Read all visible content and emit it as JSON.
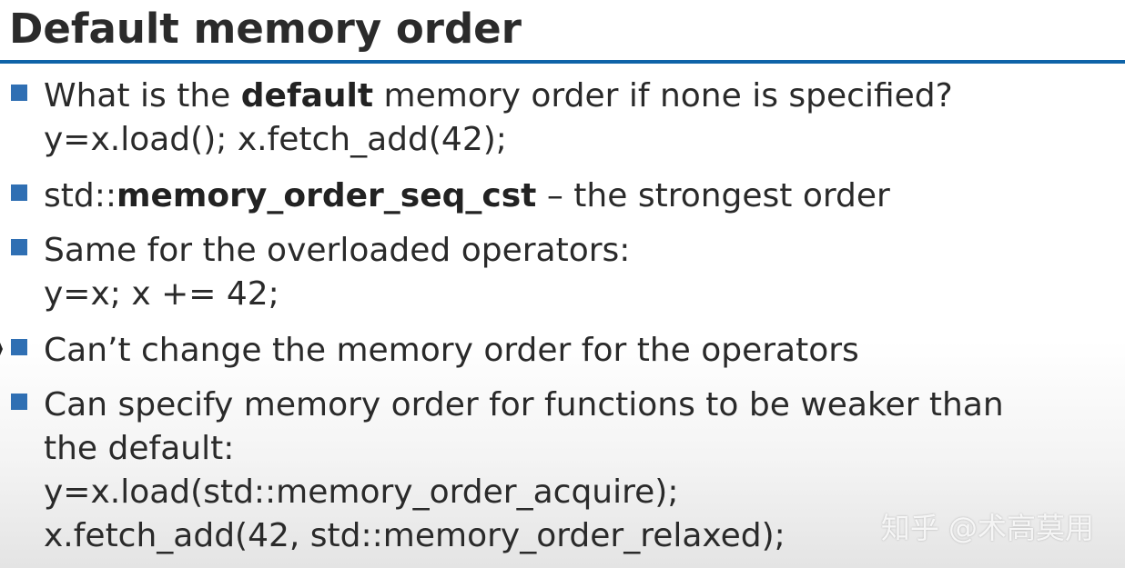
{
  "slide": {
    "title": "Default memory order",
    "bullets": [
      {
        "pre": "What is the ",
        "bold": "default",
        "post": " memory order if none is specified?",
        "code": "y=x.load(); x.fetch_add(42);"
      },
      {
        "pre": "std::",
        "bold": "memory_order_seq_cst",
        "post": " – the strongest order"
      },
      {
        "text": "Same for the overloaded operators:",
        "code": "y=x; x += 42;"
      },
      {
        "text": "Can’t change the memory order for the operators"
      },
      {
        "text": "Can specify memory order for functions to be weaker than",
        "text2": "the default:",
        "code1": "y=x.load(std::memory_order_acquire);",
        "code2": "x.fetch_add(42, std::memory_order_relaxed);"
      }
    ]
  },
  "watermark": "知乎 @术高莫用",
  "colors": {
    "rule": "#0e63a8",
    "bullet": "#2f6fb3",
    "text": "#2a2a2a"
  }
}
